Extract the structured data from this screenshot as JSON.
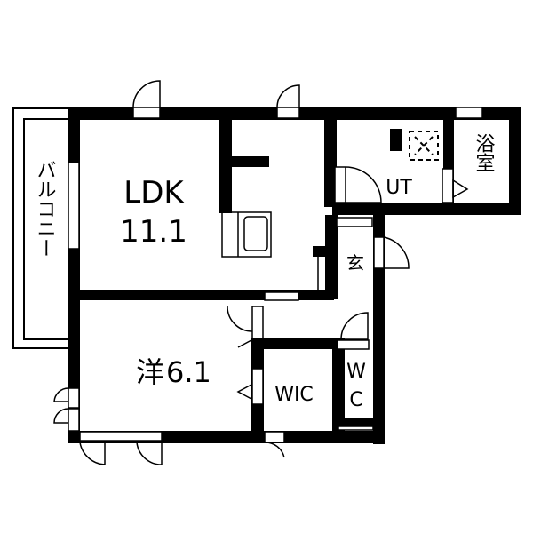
{
  "colors": {
    "wall": "#000000",
    "background": "#ffffff",
    "line": "#000000"
  },
  "rooms": {
    "balcony": {
      "label": "バルコニー"
    },
    "ldk": {
      "label": "LDK",
      "area": "11.1"
    },
    "western": {
      "label": "洋",
      "area": "6.1"
    },
    "ut": {
      "label": "UT"
    },
    "bath": {
      "label": "浴室"
    },
    "entrance": {
      "label": "玄"
    },
    "wic": {
      "label": "WIC"
    },
    "wc": {
      "label": "W",
      "label2": "C"
    }
  }
}
